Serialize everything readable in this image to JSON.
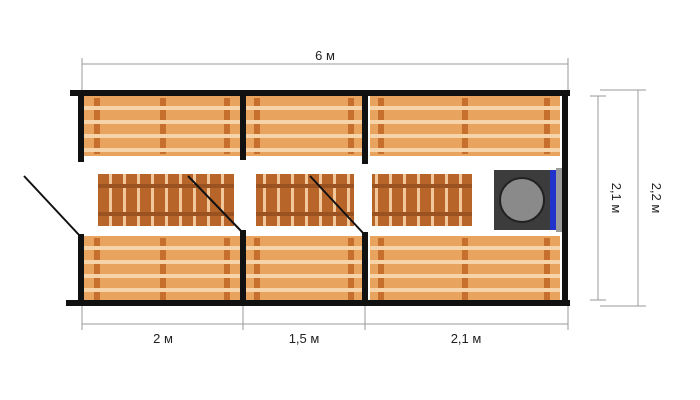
{
  "dimensions": {
    "total_length": "6 м",
    "room1_length": "2 м",
    "room2_length": "1,5 м",
    "room3_length": "2,1 м",
    "inner_width": "2,1 м",
    "outer_width": "2,2 м"
  },
  "colors": {
    "wall": "#111111",
    "board": "#E8A35F",
    "board_gap": "#F6D3A8",
    "pallet": "#B8652A",
    "pallet_gap": "#F2C79A",
    "dim_line": "#999999",
    "stove_body": "#3C3C3C",
    "stove_center": "#8A8A8A",
    "stove_panel": "#2233CC"
  },
  "icons": {
    "stove": "sauna-stove-icon",
    "door": "door-swing-icon"
  }
}
